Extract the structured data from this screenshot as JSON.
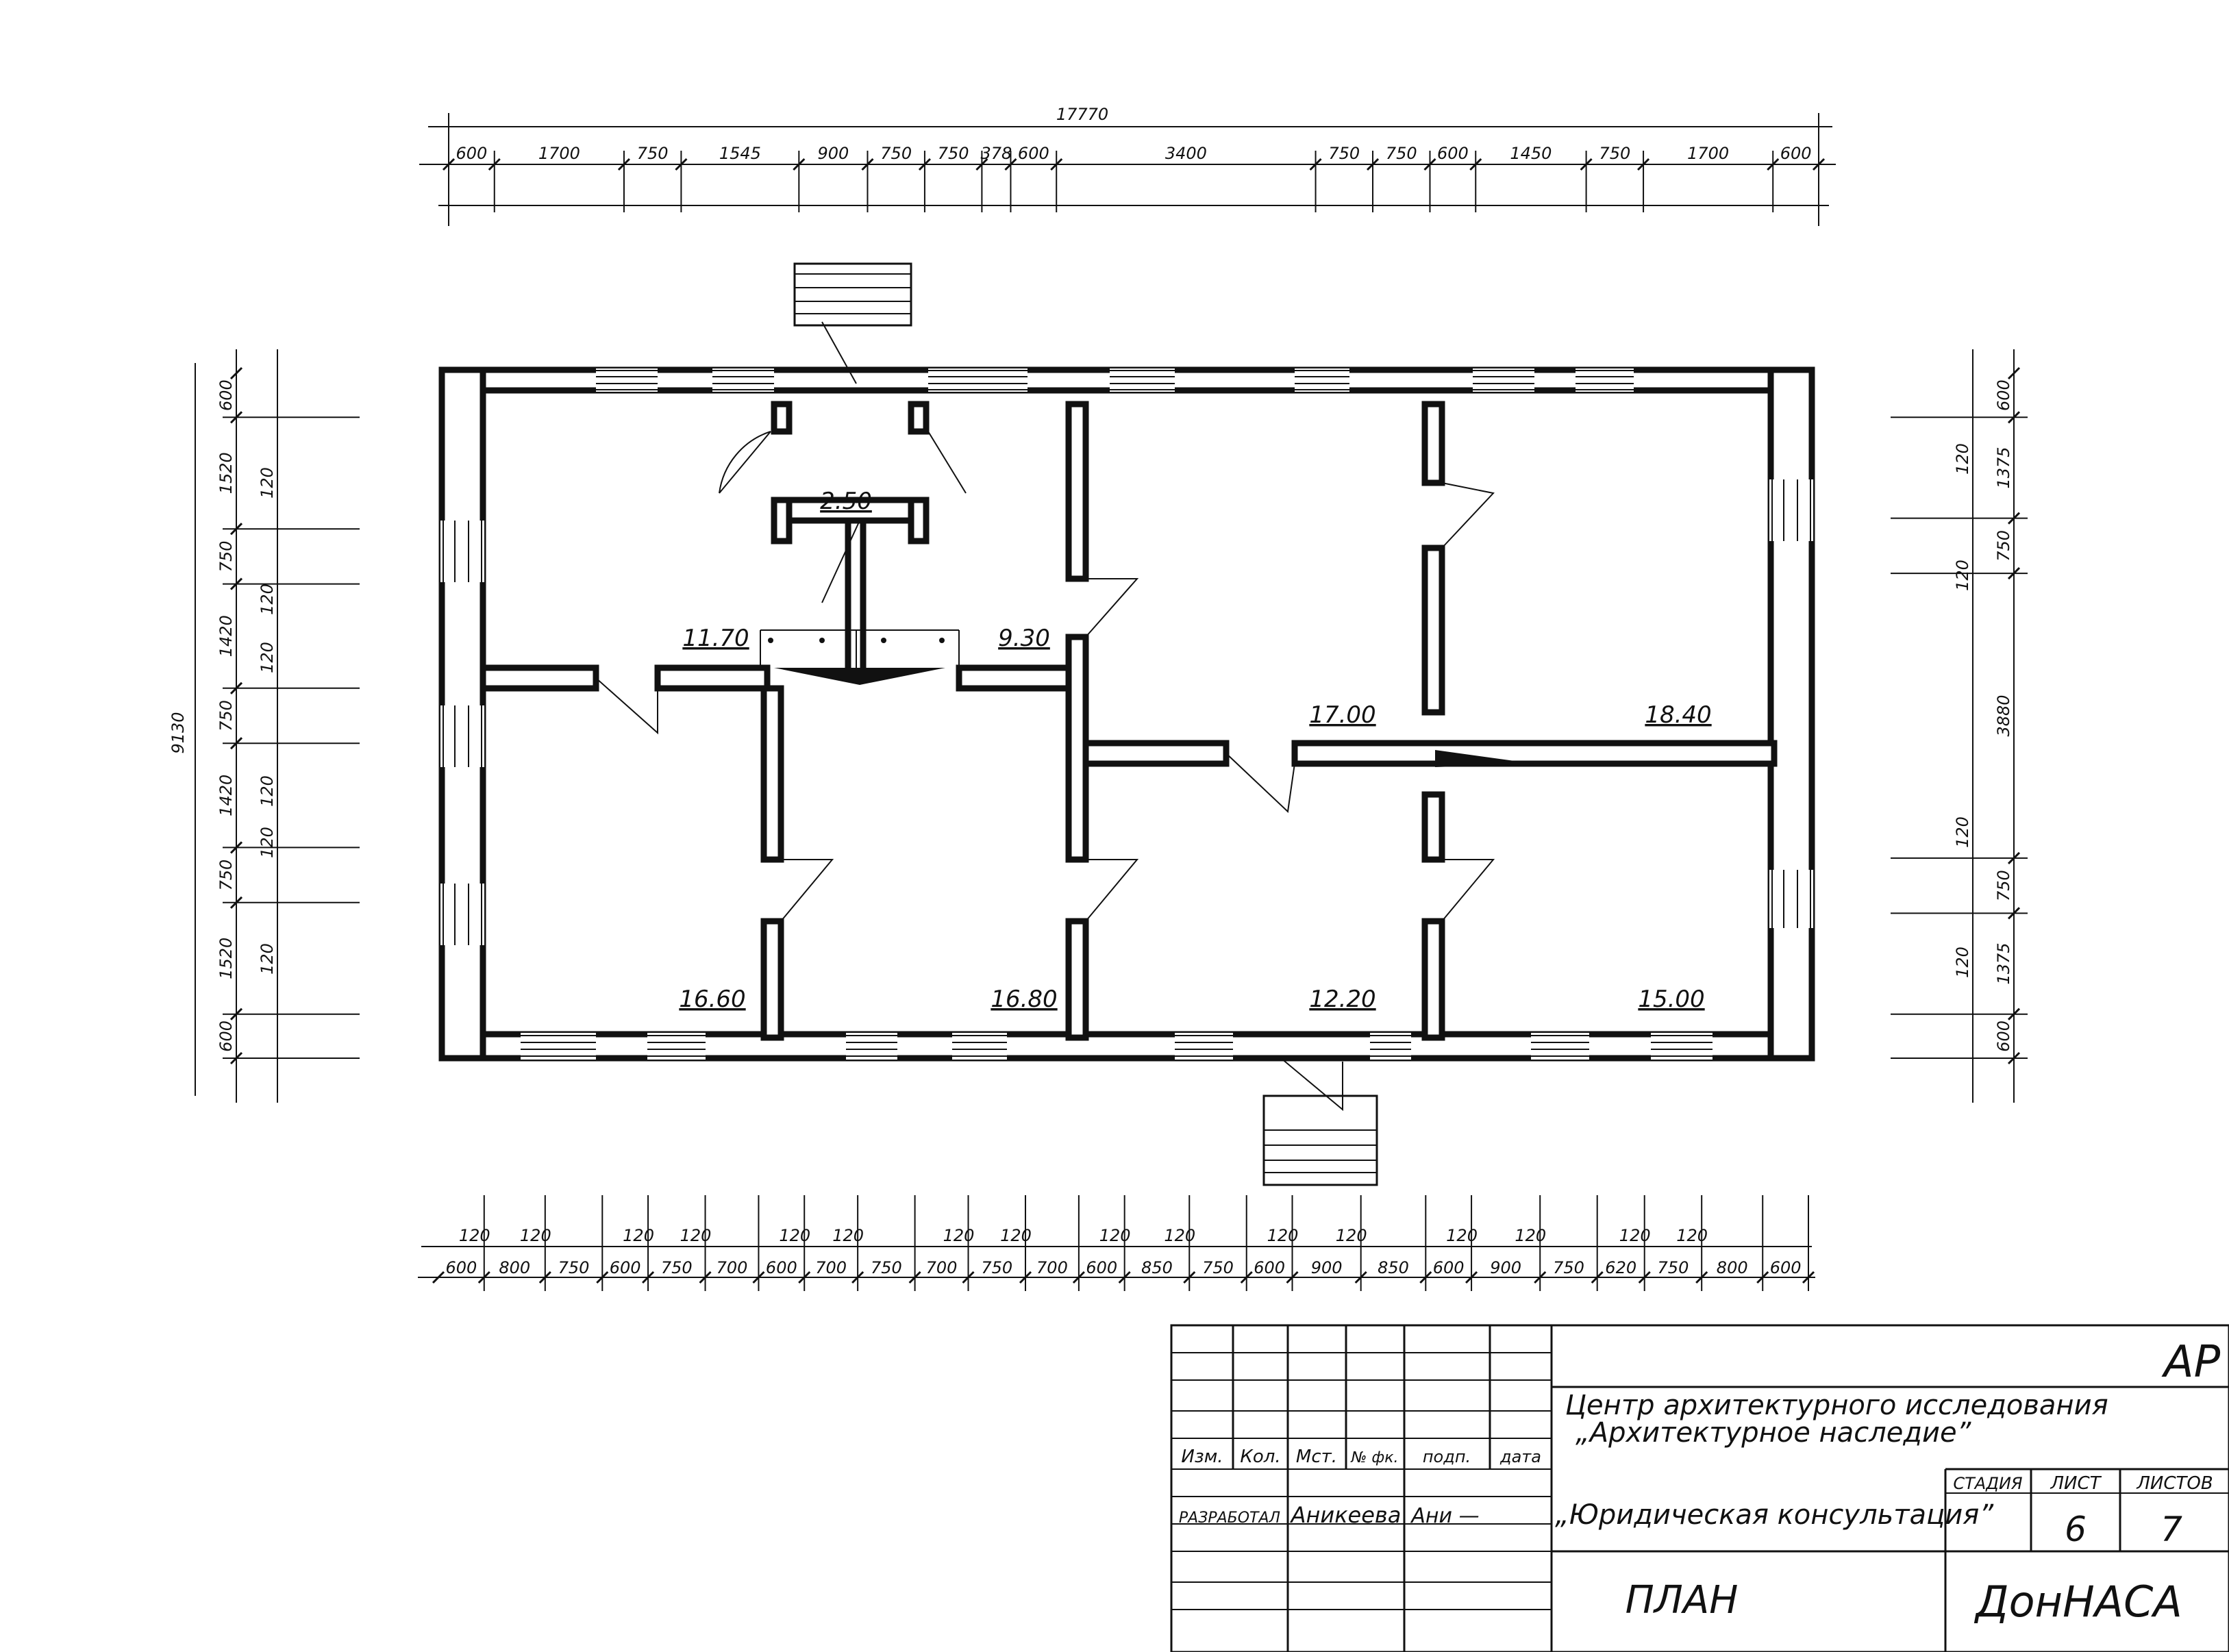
{
  "drawing": {
    "overall_width": "17770",
    "overall_height": "9130",
    "top_dimensions": [
      "600",
      "1700",
      "750",
      "1545",
      "900",
      "750",
      "750",
      "378",
      "600",
      "3400",
      "750",
      "750",
      "600",
      "1450",
      "750",
      "1700",
      "600"
    ],
    "bottom_dimensions": [
      "600",
      "800",
      "750",
      "600",
      "750",
      "700",
      "600",
      "700",
      "750",
      "700",
      "750",
      "700",
      "600",
      "850",
      "750",
      "600",
      "900",
      "850",
      "600",
      "900",
      "750",
      "620",
      "750",
      "800",
      "600"
    ],
    "bottom_wall_marks": [
      "120",
      "120",
      "120",
      "120",
      "120",
      "120",
      "120",
      "120",
      "120",
      "120",
      "120",
      "120",
      "120",
      "120",
      "120",
      "120"
    ],
    "left_dimensions": [
      "600",
      "1520",
      "750",
      "1420",
      "750",
      "1420",
      "750",
      "1520",
      "600"
    ],
    "left_wall_marks": [
      "120",
      "120",
      "120",
      "120",
      "120",
      "120"
    ],
    "right_dimensions": [
      "600",
      "1375",
      "750",
      "3880",
      "750",
      "1375",
      "600"
    ],
    "right_wall_marks": [
      "120",
      "120",
      "120",
      "120"
    ],
    "room_areas": [
      "2.50",
      "11.70",
      "9.30",
      "17.00",
      "18.40",
      "16.60",
      "16.80",
      "12.20",
      "15.00"
    ]
  },
  "title_block": {
    "code": "АР",
    "organization_line1": "Центр архитектурного исследования",
    "organization_line2": "„Архитектурное наследие”",
    "headers": [
      "Изм.",
      "Кол.",
      "Мст.",
      "№ фк.",
      "подп.",
      "дата"
    ],
    "developed_label": "РАЗРАБОТАЛ",
    "developer_name": "Аникеева",
    "signature": "Ани —",
    "project_title": "„Юридическая консультация”",
    "stage_label": "СТАДИЯ",
    "sheet_label": "ЛИСТ",
    "sheets_label": "ЛИСТОВ",
    "stage_value": "",
    "sheet_value": "6",
    "sheets_value": "7",
    "drawing_name": "ПЛАН",
    "institution": "ДонНАСА"
  }
}
